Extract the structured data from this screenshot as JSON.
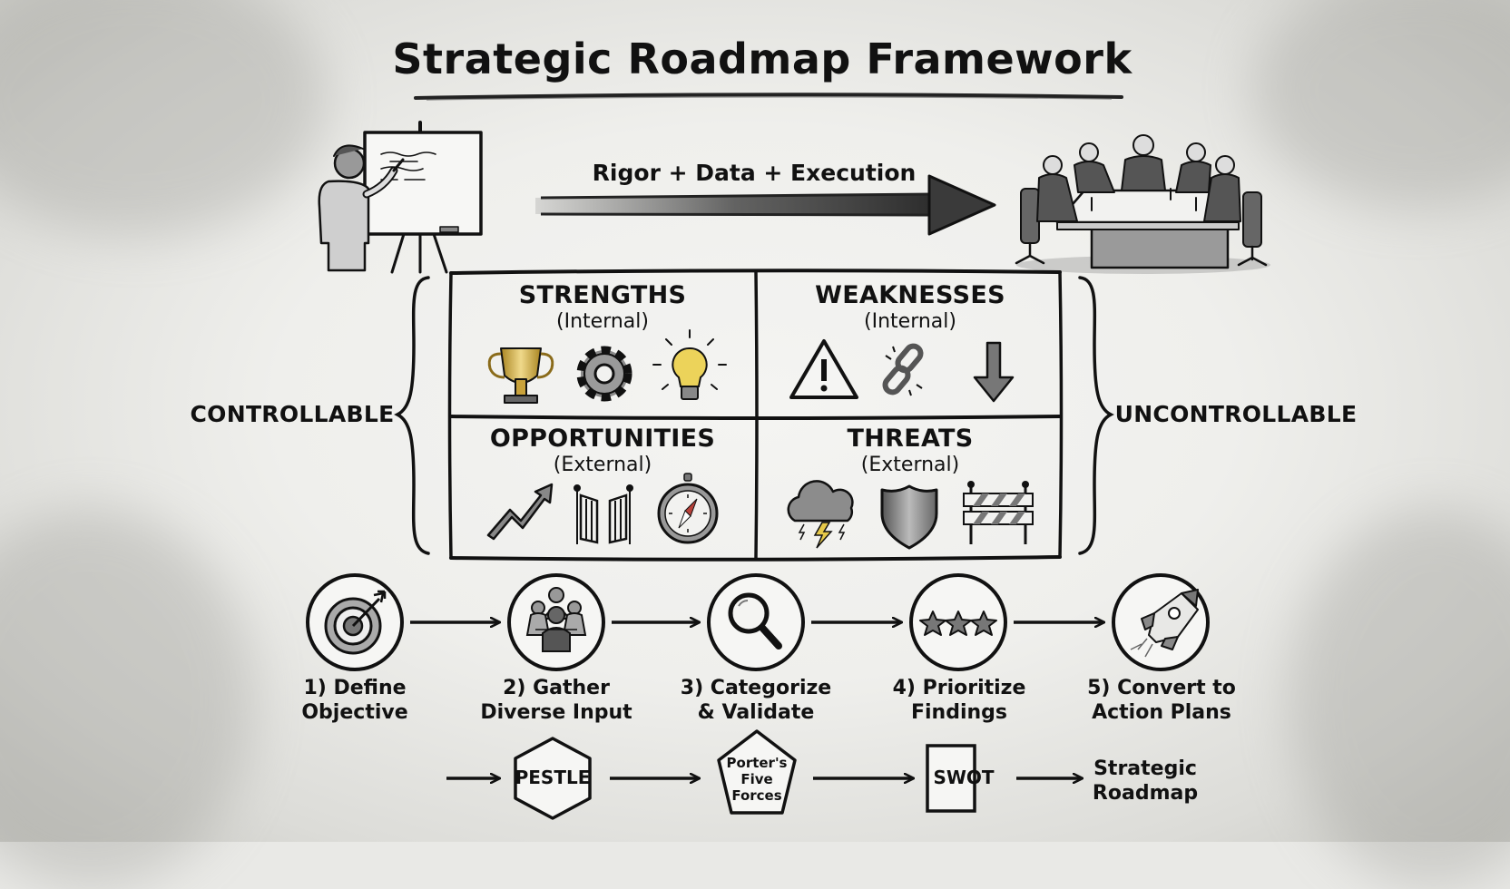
{
  "title": "Strategic Roadmap Framework",
  "top_flow": {
    "start_icon": "person-at-whiteboard",
    "arrow_label": "Rigor + Data + Execution",
    "end_icon": "board-meeting"
  },
  "swot": {
    "left_label": "CONTROLLABLE",
    "right_label": "UNCONTROLLABLE",
    "quadrants": [
      {
        "title": "STRENGTHS",
        "scope": "(Internal)",
        "icons": [
          "trophy-icon",
          "gear-icon",
          "lightbulb-icon"
        ]
      },
      {
        "title": "WEAKNESSES",
        "scope": "(Internal)",
        "icons": [
          "warning-icon",
          "broken-chain-icon",
          "down-arrow-icon"
        ]
      },
      {
        "title": "OPPORTUNITIES",
        "scope": "(External)",
        "icons": [
          "trend-up-icon",
          "open-gate-icon",
          "compass-icon"
        ]
      },
      {
        "title": "THREATS",
        "scope": "(External)",
        "icons": [
          "storm-cloud-icon",
          "shield-icon",
          "barricade-icon"
        ]
      }
    ]
  },
  "steps": [
    {
      "line1": "1) Define",
      "line2": "Objective",
      "icon": "target-icon"
    },
    {
      "line1": "2) Gather",
      "line2": "Diverse Input",
      "icon": "team-icon"
    },
    {
      "line1": "3) Categorize",
      "line2": "& Validate",
      "icon": "magnifier-icon"
    },
    {
      "line1": "4) Prioritize",
      "line2": "Findings",
      "icon": "stars-icon"
    },
    {
      "line1": "5) Convert to",
      "line2": "Action Plans",
      "icon": "rocket-icon"
    }
  ],
  "tools": {
    "pestle": "PESTLE",
    "porter": [
      "Porter's",
      "Five",
      "Forces"
    ],
    "swot": "SWOT",
    "result": [
      "Strategic",
      "Roadmap"
    ]
  },
  "colors": {
    "ink": "#111111",
    "gold": "#c9a23a",
    "bulb": "#ecd35a",
    "compass_red": "#b8413a",
    "paper": "#efefec"
  }
}
